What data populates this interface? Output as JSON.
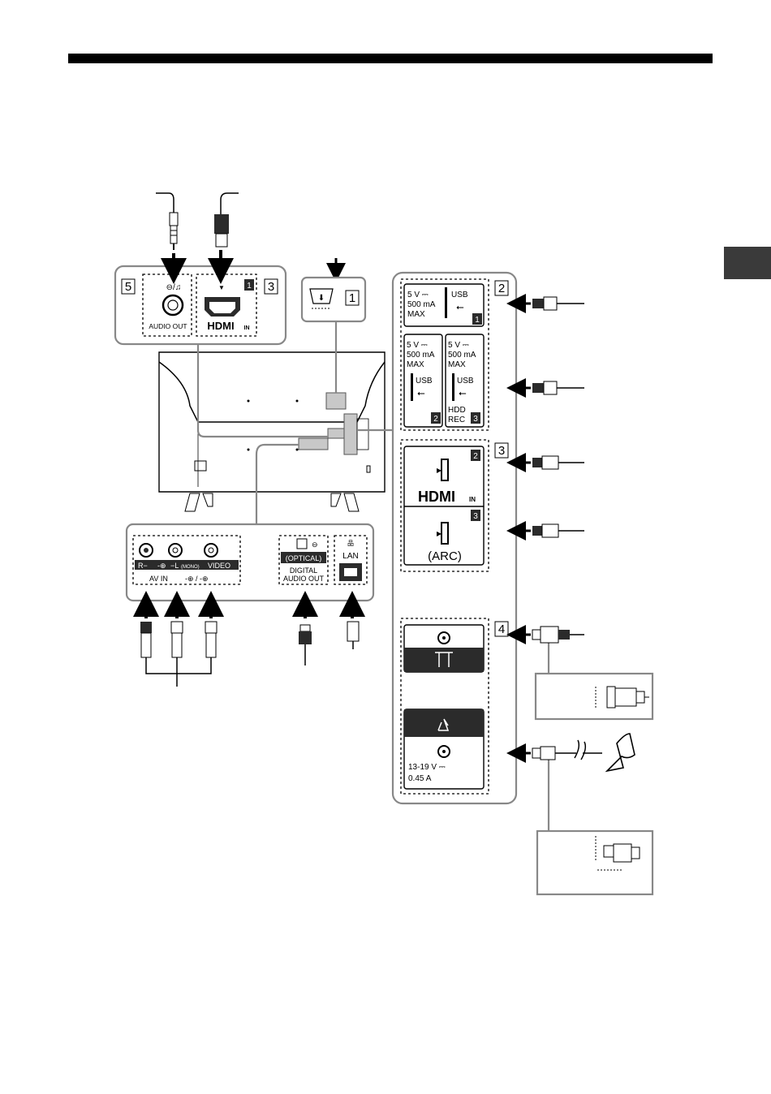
{
  "colors": {
    "bar": "#000000",
    "tab": "#3a3a3a",
    "connector_grey": "#888888",
    "block_fill": "#c8c8c8"
  },
  "callouts": {
    "n1": "1",
    "n2": "2",
    "n3": "3",
    "n4": "4",
    "n5": "5"
  },
  "audio_panel": {
    "headphone_symbol": "⊖/♫",
    "label": "AUDIO OUT"
  },
  "hdmi1_panel": {
    "arrow": "▼",
    "port_number": "1",
    "logo": "HDMI",
    "logo_sub": "IN"
  },
  "usb_panel": {
    "usb1": {
      "voltage": "5 V ⎓",
      "current": "500 mA",
      "max": "MAX",
      "label": "USB",
      "number": "1"
    },
    "usb2": {
      "voltage": "5 V ⎓",
      "current": "500 mA",
      "max": "MAX",
      "label": "USB",
      "number": "2"
    },
    "usb3": {
      "voltage": "5 V ⎓",
      "current": "500 mA",
      "max": "MAX",
      "label": "USB",
      "hdd": "HDD",
      "rec": "REC",
      "number": "3"
    }
  },
  "hdmi_panel": {
    "hdmi2_number": "2",
    "logo": "HDMI",
    "logo_sub": "IN",
    "hdmi3_number": "3",
    "arc": "(ARC)"
  },
  "antenna_panel": {
    "sat_voltage": "13-19 V ⎓",
    "sat_current": "0.45 A"
  },
  "bottom_panel": {
    "r_label": "R−",
    "l_label": "−L",
    "mono": "(MONO)",
    "video": "VIDEO",
    "av_in": "AV IN",
    "optical": "(OPTICAL)",
    "digital": "DIGITAL",
    "audio_out": "AUDIO OUT",
    "lan": "LAN"
  },
  "icons": [
    "usb-icon",
    "hdmi-port-icon",
    "coax-icon",
    "satellite-dish-icon",
    "power-input-icon",
    "lan-icon"
  ]
}
